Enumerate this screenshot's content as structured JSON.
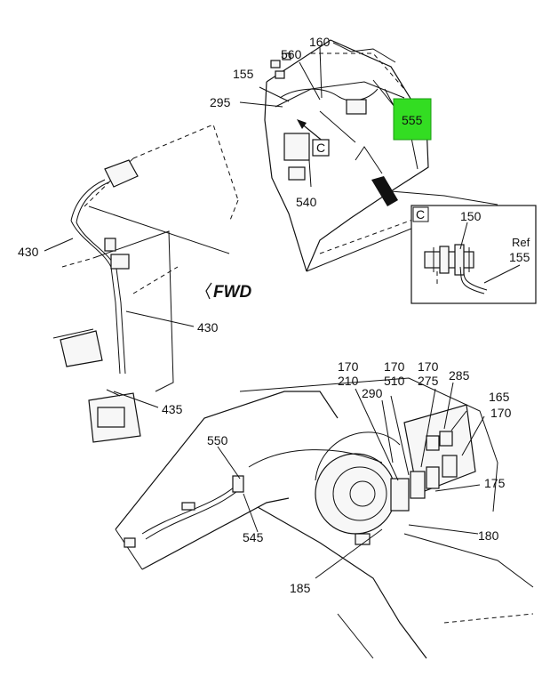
{
  "labels": {
    "l155": "155",
    "l160": "160",
    "l560": "560",
    "l295": "295",
    "l555": "555",
    "l540": "540",
    "l430a": "430",
    "l430b": "430",
    "l435": "435",
    "l150": "150",
    "l155ref_a": "Ref",
    "l155ref_b": "155",
    "l170a": "170",
    "l210": "210",
    "l170b": "170",
    "l510": "510",
    "l170c": "170",
    "l275": "275",
    "l285": "285",
    "l165": "165",
    "l170d": "170",
    "l290": "290",
    "l175": "175",
    "l550": "550",
    "l545": "545",
    "l180": "180",
    "l185": "185"
  },
  "callouts": {
    "c_main": "C",
    "c_detail": "C"
  },
  "direction": {
    "fwd": "FWD"
  },
  "colors": {
    "highlight": "#33dd22",
    "line": "#111111"
  }
}
